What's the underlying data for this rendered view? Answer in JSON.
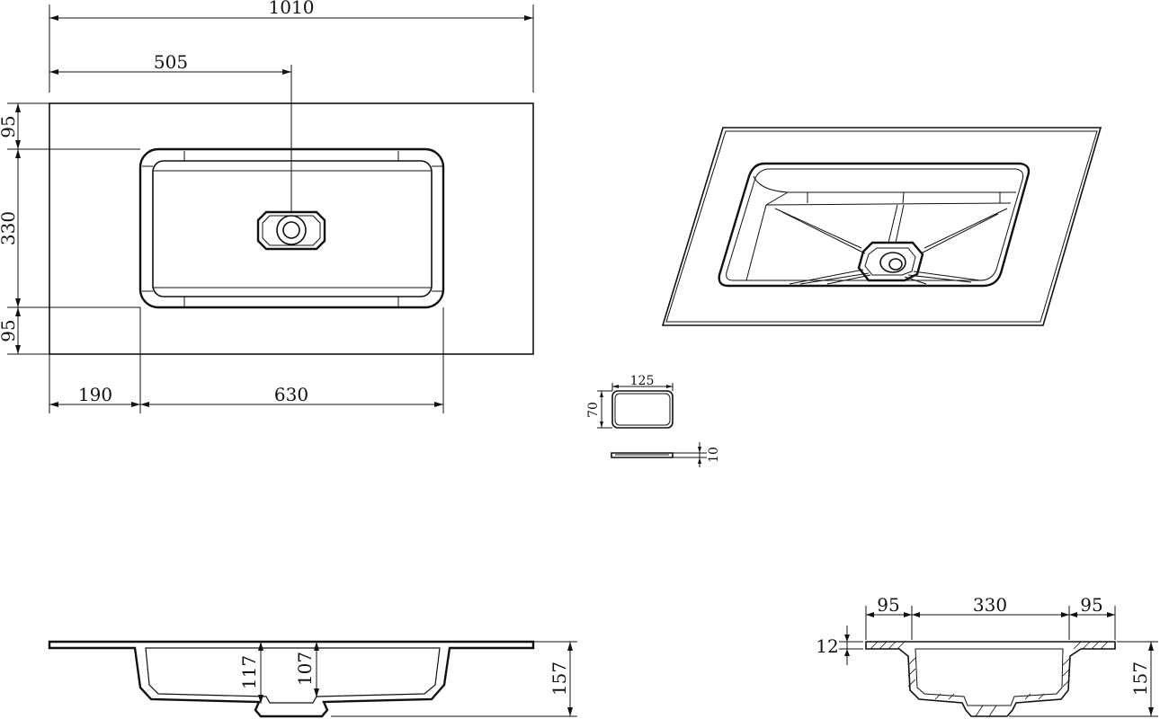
{
  "drawing": {
    "plan_view": {
      "overall_width": "1010",
      "drain_offset": "505",
      "top_margin": "95",
      "basin_depth": "330",
      "bottom_margin": "95",
      "left_margin": "190",
      "basin_width": "630"
    },
    "drain_cover": {
      "width": "125",
      "height": "70",
      "thickness": "10"
    },
    "front_section": {
      "depth_a": "117",
      "depth_b": "107",
      "total_height": "157"
    },
    "side_section": {
      "left_rim": "95",
      "basin": "330",
      "right_rim": "95",
      "top_thickness": "12",
      "total_height": "157"
    }
  }
}
